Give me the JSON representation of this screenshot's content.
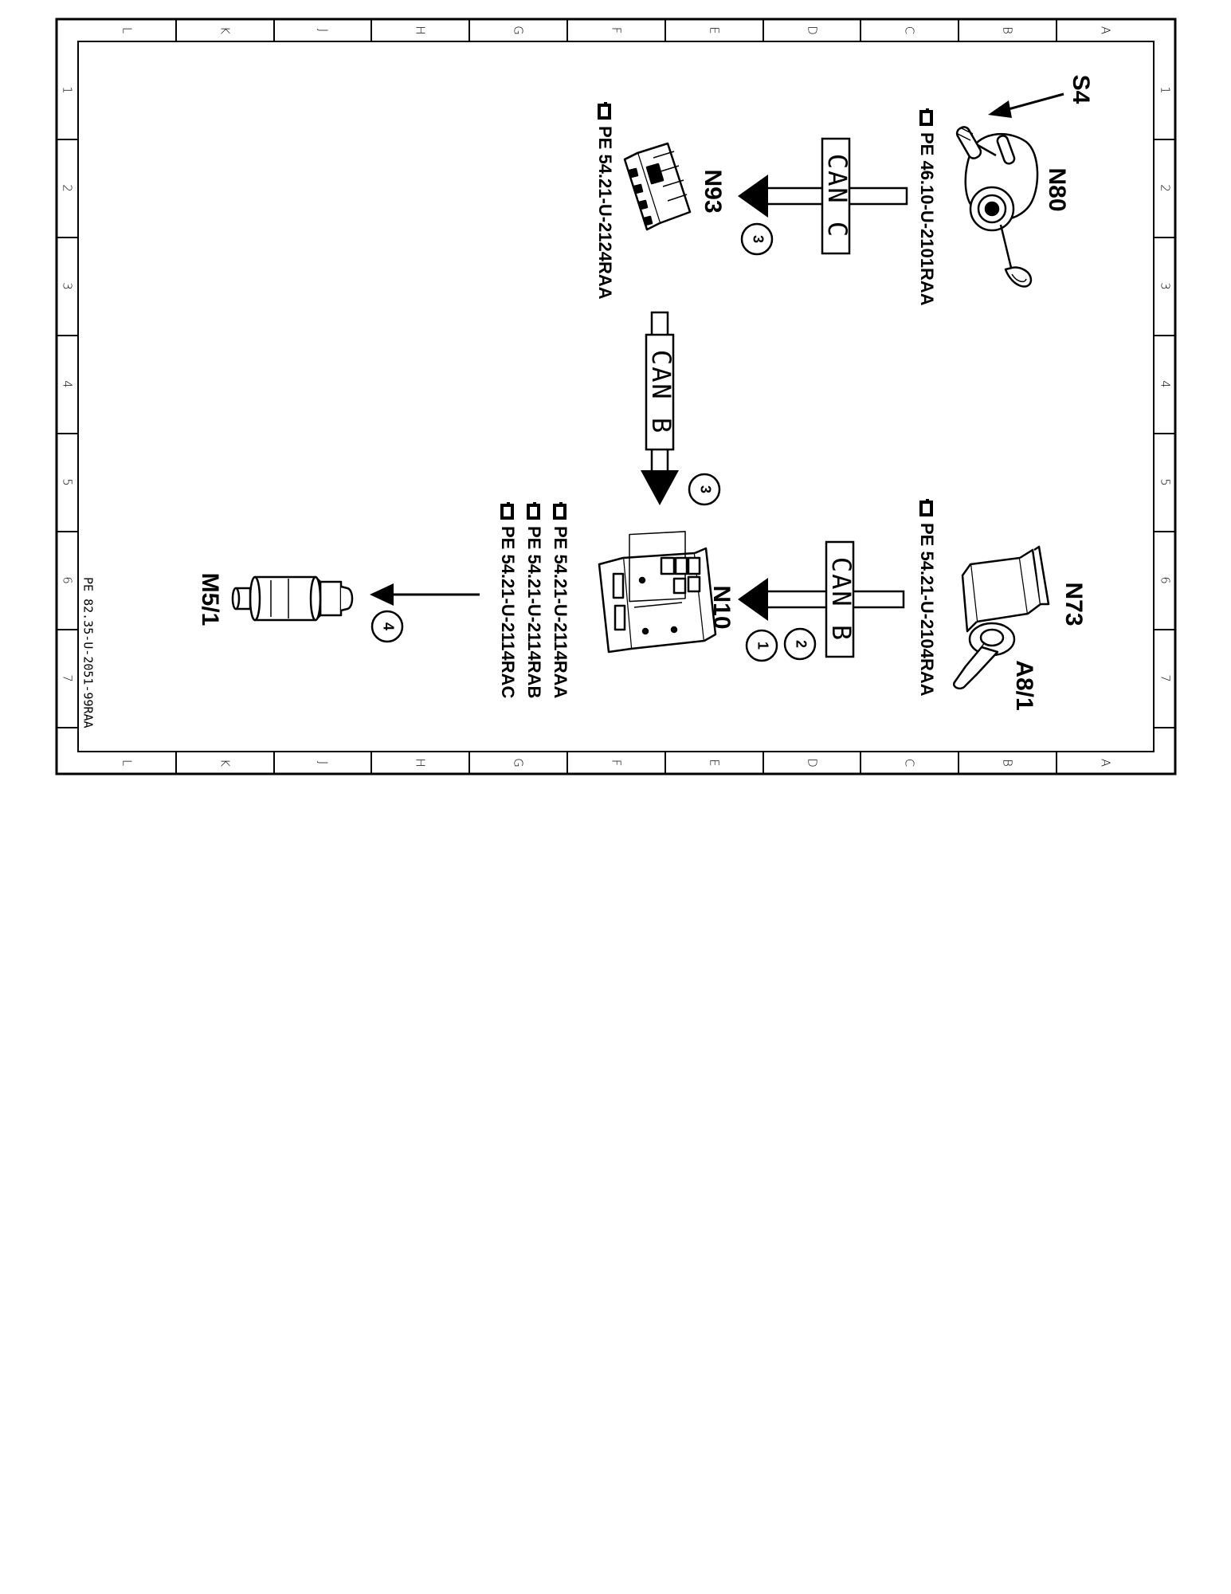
{
  "frame": {
    "letters": [
      "A",
      "B",
      "C",
      "D",
      "E",
      "F",
      "G",
      "H",
      "J",
      "K",
      "L"
    ],
    "numbers": [
      "1",
      "2",
      "3",
      "4",
      "5",
      "6",
      "7"
    ],
    "drawing_code": "PE 82.35-U-2051-99RAA"
  },
  "components": {
    "s4": {
      "label": "S4"
    },
    "n80": {
      "label": "N80",
      "reference": "PE  46.10-U-2101RAA"
    },
    "n93": {
      "label": "N93",
      "reference": "PE  54.21-U-2124RAA"
    },
    "n73": {
      "label": "N73",
      "reference": "PE  54.21-U-2104RAA"
    },
    "a8_1": {
      "label": "A8/1"
    },
    "n10": {
      "label": "N10",
      "references": [
        "PE  54.21-U-2114RAA",
        "PE  54.21-U-2114RAB",
        "PE  54.21-U-2114RAC"
      ]
    },
    "m5_1": {
      "label": "M5/1"
    }
  },
  "buses": {
    "can_c": "CAN C",
    "can_b_upper": "CAN B",
    "can_b_right": "CAN B"
  },
  "steps": {
    "n93_step": "3",
    "n10_from_n93_step": "3",
    "n10_step_a": "2",
    "n10_step_b": "1",
    "m5_step": "4"
  },
  "colors": {
    "ink": "#000000",
    "paper": "#ffffff"
  }
}
